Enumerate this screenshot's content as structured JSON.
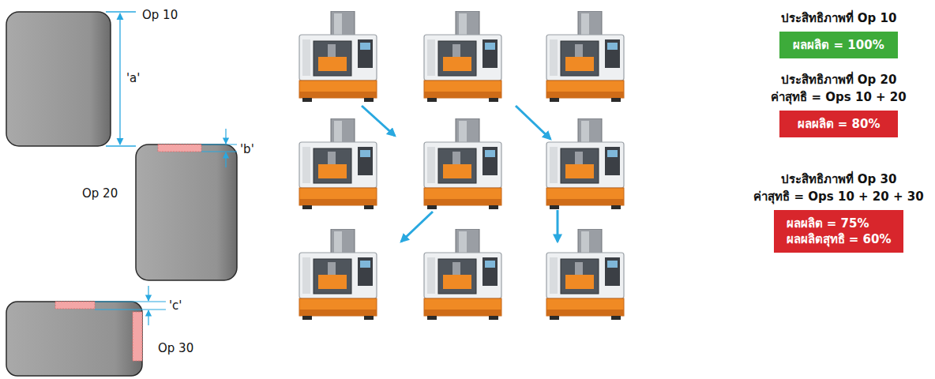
{
  "diagram": {
    "nodes": [
      {
        "text": [
          "ประสิทธิภาพที่ Op 10",
          "ผลผลิต = 100%"
        ]
      },
      {
        "text": [
          "ประสิทธิภาพที่ Op 20",
          "ค่าสุทธิ = Ops 10 + 20",
          "ผลผลิต = 80%"
        ]
      },
      {
        "text": [
          "ประสิทธิภาพที่ Op 30",
          "ค่าสุทธิ = Ops 10 + 20 + 30",
          "ผลผลิต = 75%",
          "ผลผลิตสุทธิ = 60%"
        ]
      }
    ],
    "labels": [
      "Op 10",
      "'a'",
      "'b'",
      "Op 20",
      "'c'",
      "Op 30"
    ]
  }
}
